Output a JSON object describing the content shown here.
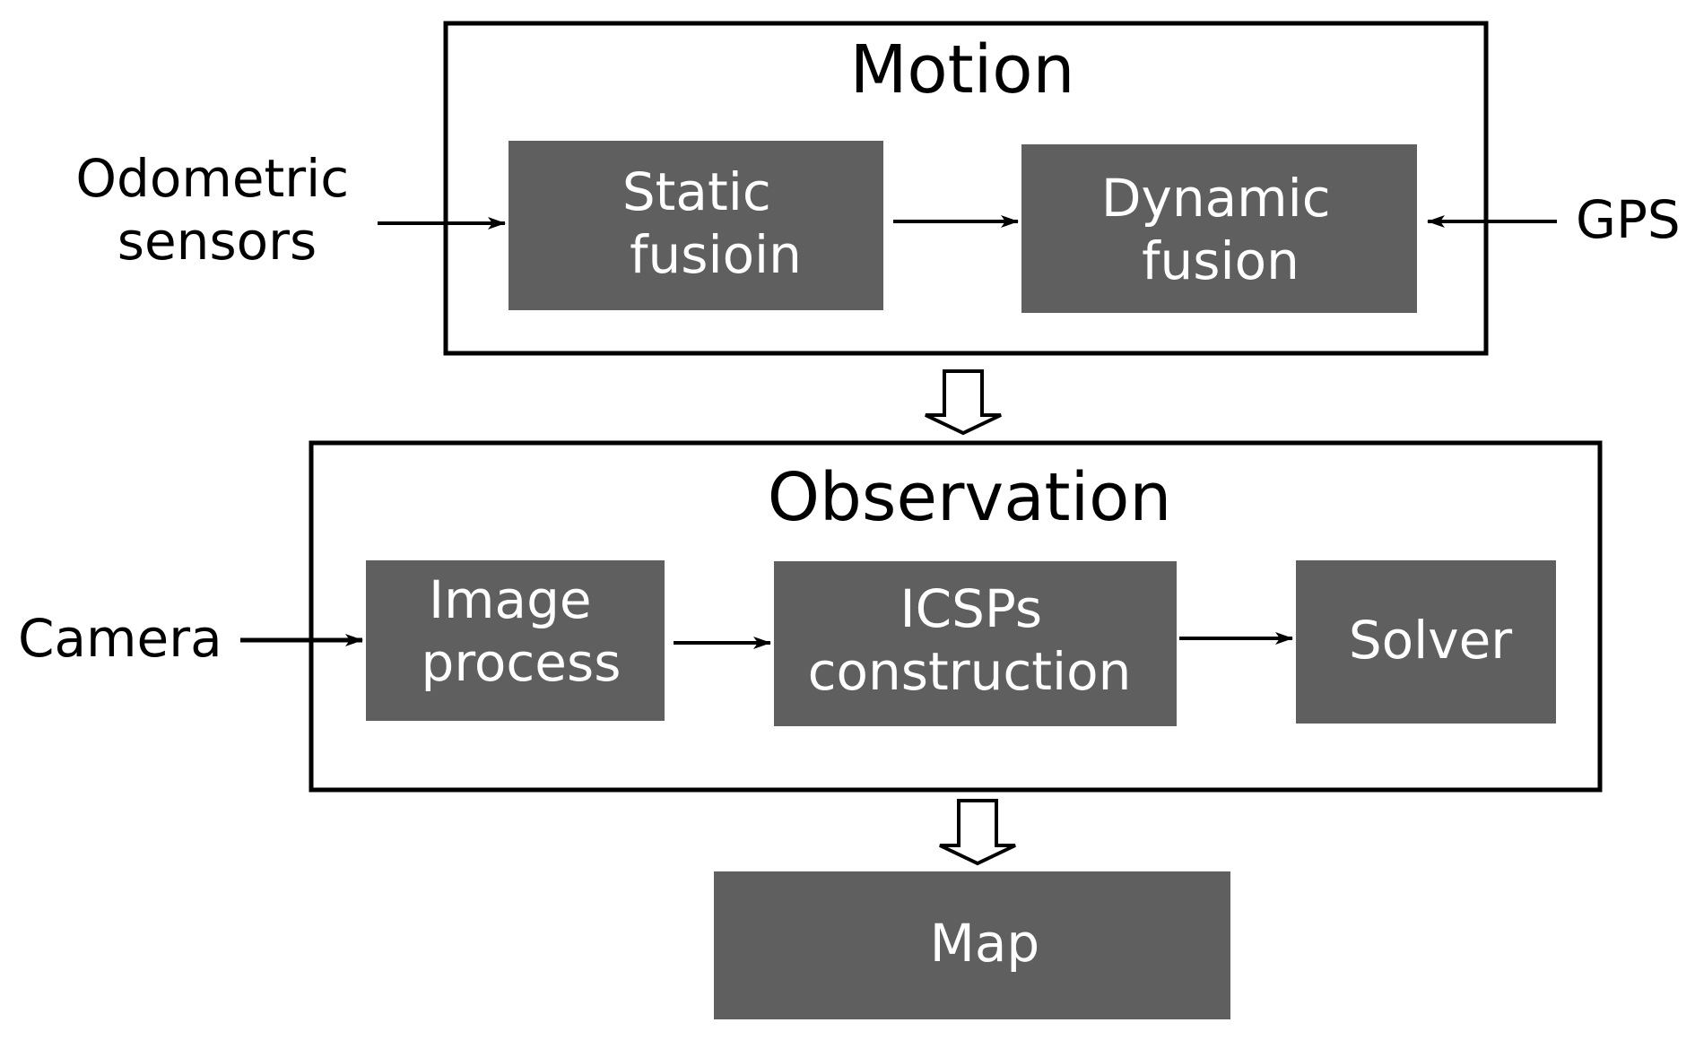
{
  "groups": {
    "motion": {
      "title": "Motion"
    },
    "observation": {
      "title": "Observation"
    }
  },
  "boxes": {
    "static_fusion": {
      "line1": "Static",
      "line2": "fusioin"
    },
    "dynamic_fusion": {
      "line1": "Dynamic",
      "line2": "fusion"
    },
    "image_process": {
      "line1": "Image",
      "line2": "process"
    },
    "icsps_construction": {
      "line1": "ICSPs",
      "line2": "construction"
    },
    "solver": {
      "label": "Solver"
    },
    "map": {
      "label": "Map"
    }
  },
  "inputs": {
    "odometric": {
      "line1": "Odometric",
      "line2": "sensors"
    },
    "gps": {
      "label": "GPS"
    },
    "camera": {
      "label": "Camera"
    }
  },
  "colors": {
    "box_fill": "#5f5f5f",
    "stroke": "#000000",
    "box_text": "#ffffff",
    "background": "#ffffff"
  }
}
